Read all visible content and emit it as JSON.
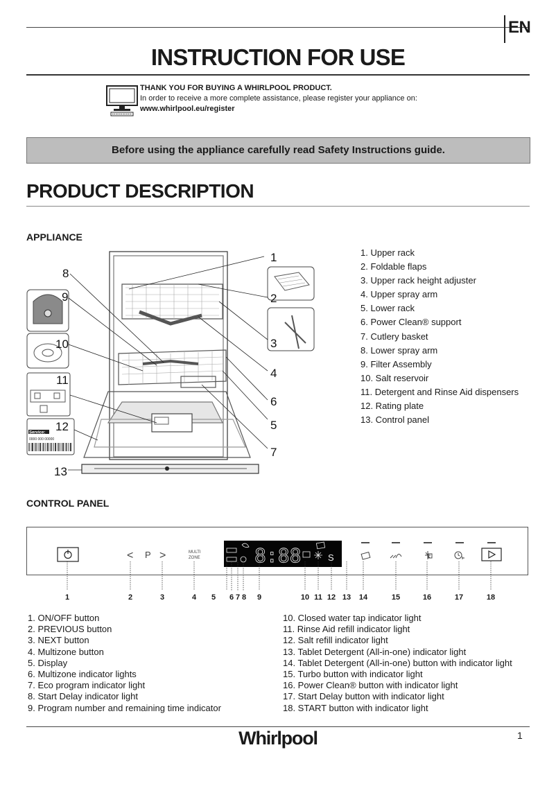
{
  "language": "EN",
  "title": "INSTRUCTION FOR USE",
  "register": {
    "line1": "THANK YOU FOR BUYING A WHIRLPOOL PRODUCT.",
    "line2": "In order to receive a more complete assistance, please register your appliance on:",
    "line3": "www.whirlpool.eu/register"
  },
  "safety_banner": "Before using the appliance carefully read Safety Instructions guide.",
  "section_title": "PRODUCT  DESCRIPTION",
  "appliance": {
    "heading": "APPLIANCE",
    "callouts": [
      "1",
      "2",
      "3",
      "4",
      "5",
      "6",
      "7",
      "8",
      "9",
      "10",
      "11",
      "12",
      "13"
    ],
    "service_label": "Service:",
    "service_number": "0000 000 00000",
    "items": [
      "1.  Upper rack",
      "2.  Foldable flaps",
      "3.  Upper rack height adjuster",
      "4.  Upper spray arm",
      "5.  Lower rack",
      "6.  Power Clean® support",
      "7.  Cutlery basket",
      "8.  Lower spray arm",
      "9.  Filter Assembly",
      "10.  Salt reservoir",
      "11.  Detergent and Rinse Aid dispensers",
      "12.  Rating plate",
      "13.  Control panel"
    ]
  },
  "control_panel": {
    "heading": "CONTROL PANEL",
    "multizone_label": [
      "MULTI",
      "ZONE"
    ],
    "prev_symbol": "<",
    "p_symbol": "P",
    "next_symbol": ">",
    "display_digits": "8:88",
    "salt_symbol": "S",
    "numbers": [
      "1",
      "2",
      "3",
      "4",
      "5",
      "6",
      "7",
      "8",
      "9",
      "10",
      "11",
      "12",
      "13",
      "14",
      "15",
      "16",
      "17",
      "18"
    ],
    "items_left": [
      "1.  ON/OFF button",
      "2.  PREVIOUS button",
      "3.  NEXT button",
      "4.  Multizone button",
      "5.  Display",
      "6.  Multizone indicator lights",
      "7.  Eco program indicator light",
      "8.  Start Delay indicator light",
      "9.  Program number and remaining time indicator"
    ],
    "items_right": [
      "10.  Closed water tap indicator light",
      "11.  Rinse Aid refill indicator light",
      "12.  Salt refill indicator light",
      "13.  Tablet Detergent (All-in-one) indicator light",
      "14.  Tablet Detergent (All-in-one) button with indicator light",
      "15.  Turbo button with indicator light",
      "16.  Power Clean® button with indicator light",
      "17.  Start Delay button with indicator light",
      "18.  START button with indicator light"
    ]
  },
  "brand": "Whirlpool",
  "page_number": "1"
}
